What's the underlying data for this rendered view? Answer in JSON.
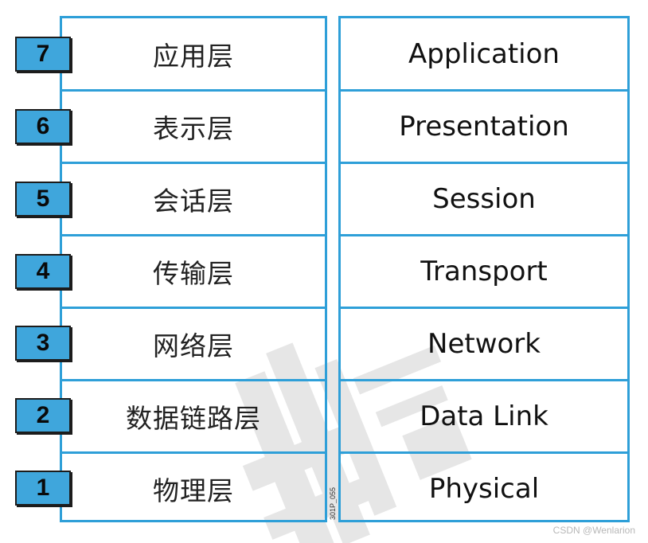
{
  "layers": [
    {
      "number": "7",
      "cn": "应用层",
      "en": "Application"
    },
    {
      "number": "6",
      "cn": "表示层",
      "en": "Presentation"
    },
    {
      "number": "5",
      "cn": "会话层",
      "en": "Session"
    },
    {
      "number": "4",
      "cn": "传输层",
      "en": "Transport"
    },
    {
      "number": "3",
      "cn": "网络层",
      "en": "Network"
    },
    {
      "number": "2",
      "cn": "数据链路层",
      "en": "Data Link"
    },
    {
      "number": "1",
      "cn": "物理层",
      "en": "Physical"
    }
  ],
  "figure_code": "301P_055",
  "credit": "CSDN @Wenlarion",
  "colors": {
    "border": "#2e9fd8",
    "badge": "#3fa6dc"
  }
}
